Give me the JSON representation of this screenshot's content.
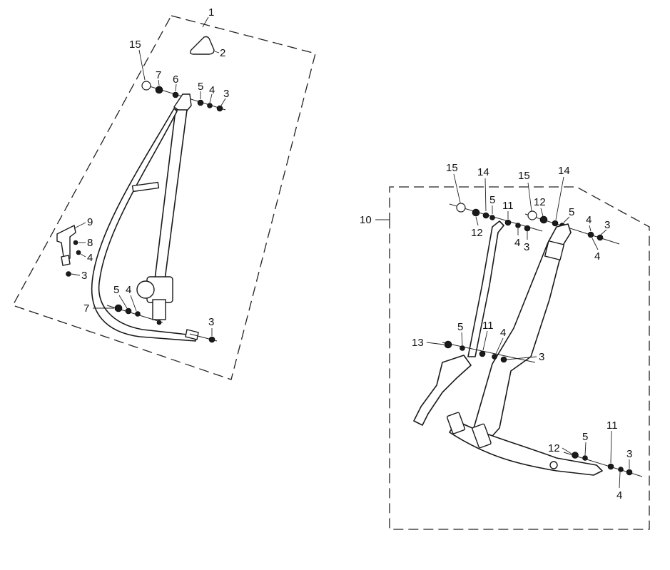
{
  "diagram": {
    "assembly_left": {
      "group_label": "1",
      "callouts": {
        "c2": "2",
        "c15": "15",
        "c7_top": "7",
        "c6": "6",
        "c5_top": "5",
        "c4_top": "4",
        "c3_top": "3",
        "c9": "9",
        "c8": "8",
        "c4_bracket": "4",
        "c3_bracket": "3",
        "c7_low": "7",
        "c5_low": "5",
        "c4_low": "4",
        "c3_low": "3"
      }
    },
    "assembly_right": {
      "group_label": "10",
      "callouts": {
        "c15_a": "15",
        "c14_a": "14",
        "c5_a": "5",
        "c12_a": "12",
        "c11_a": "11",
        "c4_a": "4",
        "c3_a": "3",
        "c15_b": "15",
        "c12_b": "12",
        "c14_b": "14",
        "c5_b": "5",
        "c4_b_top": "4",
        "c3_b": "3",
        "c4_b_low": "4",
        "c13": "13",
        "c5_mid": "5",
        "c11_mid": "11",
        "c4_mid": "4",
        "c3_mid": "3",
        "c12_low": "12",
        "c5_low": "5",
        "c11_low": "11",
        "c3_low": "3",
        "c4_low": "4"
      }
    }
  }
}
